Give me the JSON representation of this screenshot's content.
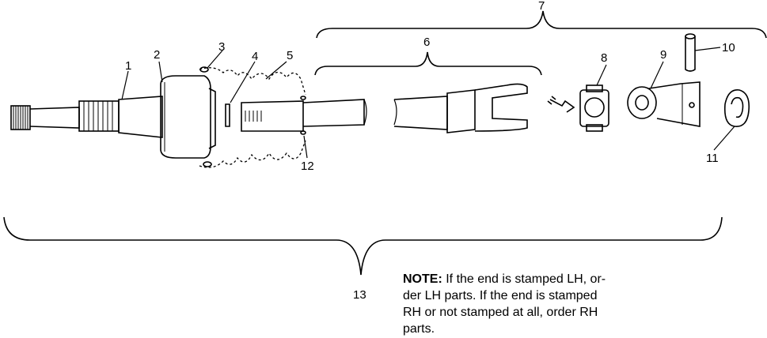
{
  "callouts": [
    "1",
    "2",
    "3",
    "4",
    "5",
    "6",
    "7",
    "8",
    "9",
    "10",
    "11",
    "12",
    "13"
  ],
  "note": {
    "label": "NOTE:",
    "text": "If the end is stamped LH, or-der LH parts.  If the end is stamped RH or not stamped at all, order RH parts.",
    "lines": [
      " If the end is stamped LH, or-",
      "der LH parts.  If the end is stamped",
      "RH or not stamped at all, order RH",
      "parts."
    ]
  }
}
